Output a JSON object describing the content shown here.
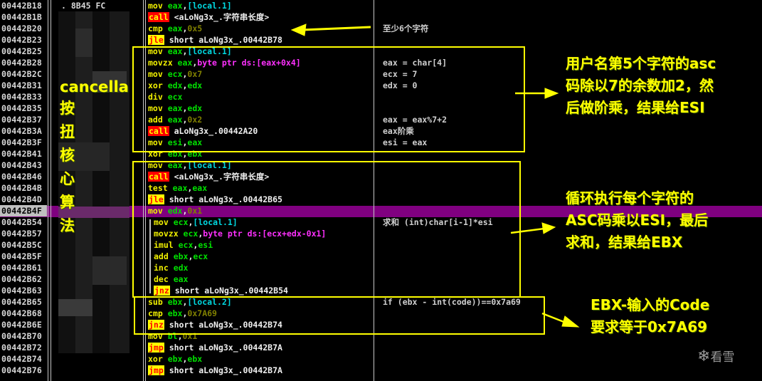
{
  "window": {
    "title": "Disassembler - CPU view"
  },
  "colors": {
    "annotation": "#ffff00",
    "selected_row": "#800080",
    "call_bg": "#ff0000",
    "jump_bg": "#ffff00"
  },
  "hex_header": ".  8B45 FC",
  "selected_address": "00442B4F",
  "rows": [
    {
      "addr": "00442B18",
      "asm": [
        [
          "m",
          "mov "
        ],
        [
          "r",
          "eax"
        ],
        [
          "w",
          ","
        ],
        [
          "c",
          "[local.1]"
        ]
      ],
      "comment": ""
    },
    {
      "addr": "00442B1B",
      "asm": [
        [
          "call",
          "call"
        ],
        [
          "w",
          " <aLoNg3x_.字符串长度>"
        ]
      ],
      "comment": ""
    },
    {
      "addr": "00442B20",
      "asm": [
        [
          "m",
          "cmp "
        ],
        [
          "r",
          "eax"
        ],
        [
          "w",
          ","
        ],
        [
          "n",
          "0x5"
        ]
      ],
      "comment": "至少6个字符"
    },
    {
      "addr": "00442B23",
      "asm": [
        [
          "jmpk",
          "jle"
        ],
        [
          "w",
          " short aLoNg3x_.00442B78"
        ]
      ],
      "comment": ""
    },
    {
      "addr": "00442B25",
      "asm": [
        [
          "m",
          "mov "
        ],
        [
          "r",
          "eax"
        ],
        [
          "w",
          ","
        ],
        [
          "c",
          "[local.1]"
        ]
      ],
      "comment": ""
    },
    {
      "addr": "00442B28",
      "asm": [
        [
          "m",
          "movzx "
        ],
        [
          "r",
          "eax"
        ],
        [
          "w",
          ","
        ],
        [
          "p",
          "byte ptr ds:[eax+0x4]"
        ]
      ],
      "comment": "eax = char[4]"
    },
    {
      "addr": "00442B2C",
      "asm": [
        [
          "m",
          "mov "
        ],
        [
          "r",
          "ecx"
        ],
        [
          "w",
          ","
        ],
        [
          "n",
          "0x7"
        ]
      ],
      "comment": "ecx = 7"
    },
    {
      "addr": "00442B31",
      "asm": [
        [
          "m",
          "xor "
        ],
        [
          "r",
          "edx"
        ],
        [
          "w",
          ","
        ],
        [
          "r",
          "edx"
        ]
      ],
      "comment": "edx = 0"
    },
    {
      "addr": "00442B33",
      "asm": [
        [
          "m",
          "div "
        ],
        [
          "r",
          "ecx"
        ]
      ],
      "comment": ""
    },
    {
      "addr": "00442B35",
      "asm": [
        [
          "m",
          "mov "
        ],
        [
          "r",
          "eax"
        ],
        [
          "w",
          ","
        ],
        [
          "r",
          "edx"
        ]
      ],
      "comment": ""
    },
    {
      "addr": "00442B37",
      "asm": [
        [
          "m",
          "add "
        ],
        [
          "r",
          "eax"
        ],
        [
          "w",
          ","
        ],
        [
          "n",
          "0x2"
        ]
      ],
      "comment": "eax = eax%7+2"
    },
    {
      "addr": "00442B3A",
      "asm": [
        [
          "call",
          "call"
        ],
        [
          "w",
          " aLoNg3x_.00442A20"
        ]
      ],
      "comment": "eax阶乘"
    },
    {
      "addr": "00442B3F",
      "asm": [
        [
          "m",
          "mov "
        ],
        [
          "r",
          "esi"
        ],
        [
          "w",
          ","
        ],
        [
          "r",
          "eax"
        ]
      ],
      "comment": "esi = eax"
    },
    {
      "addr": "00442B41",
      "asm": [
        [
          "m",
          "xor "
        ],
        [
          "r",
          "ebx"
        ],
        [
          "w",
          ","
        ],
        [
          "r",
          "ebx"
        ]
      ],
      "comment": ""
    },
    {
      "addr": "00442B43",
      "asm": [
        [
          "m",
          "mov "
        ],
        [
          "r",
          "eax"
        ],
        [
          "w",
          ","
        ],
        [
          "c",
          "[local.1]"
        ]
      ],
      "comment": ""
    },
    {
      "addr": "00442B46",
      "asm": [
        [
          "call",
          "call"
        ],
        [
          "w",
          " <aLoNg3x_.字符串长度>"
        ]
      ],
      "comment": ""
    },
    {
      "addr": "00442B4B",
      "asm": [
        [
          "m",
          "test "
        ],
        [
          "r",
          "eax"
        ],
        [
          "w",
          ","
        ],
        [
          "r",
          "eax"
        ]
      ],
      "comment": ""
    },
    {
      "addr": "00442B4D",
      "asm": [
        [
          "jmpk",
          "jle"
        ],
        [
          "w",
          " short aLoNg3x_.00442B65"
        ]
      ],
      "comment": ""
    },
    {
      "addr": "00442B4F",
      "asm": [
        [
          "m",
          "mov "
        ],
        [
          "r",
          "edx"
        ],
        [
          "w",
          ","
        ],
        [
          "n",
          "0x1"
        ]
      ],
      "comment": ""
    },
    {
      "addr": "00442B54",
      "asm": [
        [
          "m",
          "mov "
        ],
        [
          "r",
          "ecx"
        ],
        [
          "w",
          ","
        ],
        [
          "c",
          "[local.1]"
        ]
      ],
      "comment": "求和 (int)char[i-1]*esi"
    },
    {
      "addr": "00442B57",
      "asm": [
        [
          "m",
          "movzx "
        ],
        [
          "r",
          "ecx"
        ],
        [
          "w",
          ","
        ],
        [
          "p",
          "byte ptr ds:[ecx+edx-0x1]"
        ]
      ],
      "comment": ""
    },
    {
      "addr": "00442B5C",
      "asm": [
        [
          "m",
          "imul "
        ],
        [
          "r",
          "ecx"
        ],
        [
          "w",
          ","
        ],
        [
          "r",
          "esi"
        ]
      ],
      "comment": ""
    },
    {
      "addr": "00442B5F",
      "asm": [
        [
          "m",
          "add "
        ],
        [
          "r",
          "ebx"
        ],
        [
          "w",
          ","
        ],
        [
          "r",
          "ecx"
        ]
      ],
      "comment": ""
    },
    {
      "addr": "00442B61",
      "asm": [
        [
          "m",
          "inc "
        ],
        [
          "r",
          "edx"
        ]
      ],
      "comment": ""
    },
    {
      "addr": "00442B62",
      "asm": [
        [
          "m",
          "dec "
        ],
        [
          "r",
          "eax"
        ]
      ],
      "comment": ""
    },
    {
      "addr": "00442B63",
      "asm": [
        [
          "jmpk",
          "jnz"
        ],
        [
          "w",
          " short aLoNg3x_.00442B54"
        ]
      ],
      "comment": ""
    },
    {
      "addr": "00442B65",
      "asm": [
        [
          "m",
          "sub "
        ],
        [
          "r",
          "ebx"
        ],
        [
          "w",
          ","
        ],
        [
          "c",
          "[local.2]"
        ]
      ],
      "comment": "if (ebx - int(code))==0x7a69"
    },
    {
      "addr": "00442B68",
      "asm": [
        [
          "m",
          "cmp "
        ],
        [
          "r",
          "ebx"
        ],
        [
          "w",
          ","
        ],
        [
          "n",
          "0x7A69"
        ]
      ],
      "comment": ""
    },
    {
      "addr": "00442B6E",
      "asm": [
        [
          "jmpk",
          "jnz"
        ],
        [
          "w",
          " short aLoNg3x_.00442B74"
        ]
      ],
      "comment": ""
    },
    {
      "addr": "00442B70",
      "asm": [
        [
          "m",
          "mov "
        ],
        [
          "r",
          "bl"
        ],
        [
          "w",
          ","
        ],
        [
          "n",
          "0x1"
        ]
      ],
      "comment": ""
    },
    {
      "addr": "00442B72",
      "asm": [
        [
          "jmpk",
          "jmp"
        ],
        [
          "w",
          " short aLoNg3x_.00442B7A"
        ]
      ],
      "comment": ""
    },
    {
      "addr": "00442B74",
      "asm": [
        [
          "m",
          "xor "
        ],
        [
          "r",
          "ebx"
        ],
        [
          "w",
          ","
        ],
        [
          "r",
          "ebx"
        ]
      ],
      "comment": ""
    },
    {
      "addr": "00442B76",
      "asm": [
        [
          "jmpk",
          "jmp"
        ],
        [
          "w",
          " short aLoNg3x_.00442B7A"
        ]
      ],
      "comment": ""
    }
  ],
  "annotations": {
    "vertical_label_top": "cancella",
    "vertical_label_chars": [
      "按",
      "扭",
      "核",
      "心",
      "算",
      "法"
    ],
    "note1": [
      "用户名第5个字符的asc",
      "码除以7的余数加2，然",
      "后做阶乘，结果给ESI"
    ],
    "note2": [
      "循环执行每个字符的",
      "ASC码乘以ESI，最后",
      "求和，结果给EBX"
    ],
    "note3": [
      "EBX-输入的Code",
      "要求等于0x7A69"
    ]
  },
  "watermark": {
    "icon": "snowflake-icon",
    "text": "看雪"
  }
}
